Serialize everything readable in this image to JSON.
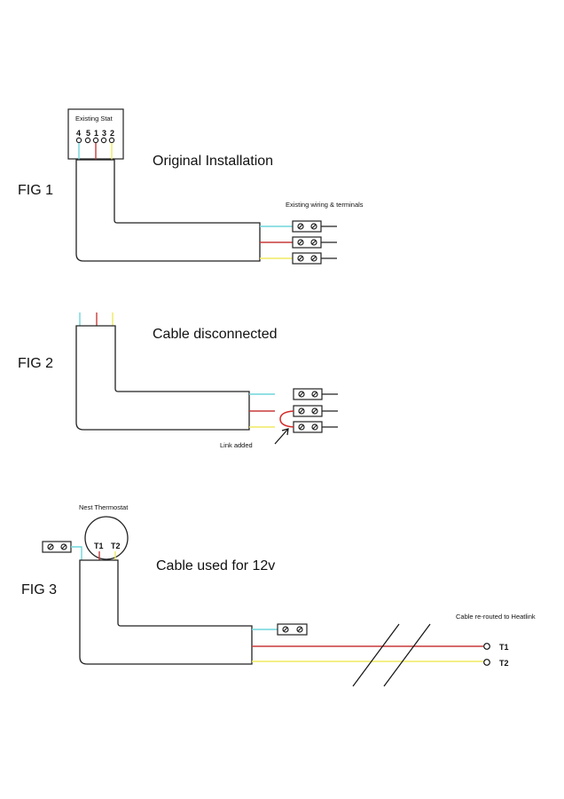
{
  "colors": {
    "cyan": "#6fd6dc",
    "red": "#c83a3a",
    "yellow": "#f0ea60",
    "outline": "#222222"
  },
  "fig1": {
    "label": "FIG 1",
    "title": "Original Installation",
    "stat_label": "Existing Stat",
    "terminal_numbers": [
      "4",
      "5",
      "1",
      "3",
      "2"
    ],
    "terminals_caption": "Existing wiring & terminals"
  },
  "fig2": {
    "label": "FIG 2",
    "title": "Cable disconnected",
    "link_caption": "Link added"
  },
  "fig3": {
    "label": "FIG 3",
    "title": "Cable used for 12v",
    "thermostat_label": "Nest Thermostat",
    "thermostat_terminals": [
      "T1",
      "T2"
    ],
    "reroute_caption": "Cable re-routed to Heatlink",
    "end_terminals": [
      "T1",
      "T2"
    ]
  }
}
